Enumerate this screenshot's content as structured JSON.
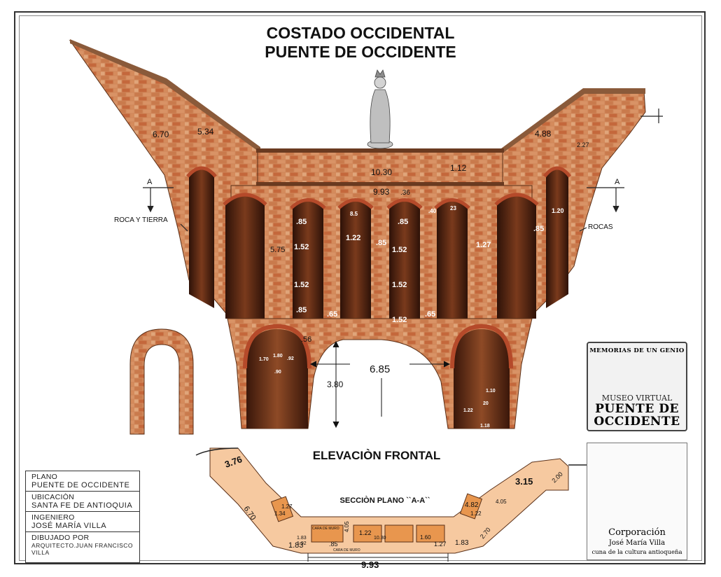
{
  "title": {
    "line1": "COSTADO  OCCIDENTAL",
    "line2": "PUENTE DE OCCIDENTE"
  },
  "elevation_label": "ELEVACIÒN FRONTAL",
  "section_label": "SECCIÒN PLANO ``A-A``",
  "side_labels": {
    "left": "ROCA Y TIERRA",
    "right": "ROCAS",
    "marker_left": "A",
    "marker_right": "A"
  },
  "dimensions_upper": {
    "left_slope_1": "6.70",
    "left_slope_2": "5.34",
    "right_slope": "4.88",
    "right_small": "2.27",
    "deck_width": "10.30",
    "deck_height": "1.12",
    "inner_width": "9.93",
    "inner_small": ".36",
    "pillar_a": ".85",
    "pillar_b": "1.52",
    "pillar_c": "1.22",
    "pillar_d": "1.27",
    "pillar_e": "1.20",
    "wall_height": "5.75",
    "arch_a": "8.5",
    "arch_b": ".40",
    "arch_c": "23",
    "base_left": ".56",
    "base_a": ".65",
    "base_b": "1.52",
    "tunnel_span": "6.85",
    "tunnel_height": "3.80",
    "door_a": "1.70",
    "door_b": "1.80",
    "door_c": ".92",
    "door_d": ".90",
    "door_r1": "1.22",
    "door_r2": "20",
    "door_r3": "1.10",
    "door_r4": "1.18"
  },
  "dimensions_section": {
    "left_top": "3.76",
    "left_slope": "6.70",
    "left_a": "1.83",
    "left_b": "1.34",
    "left_c": "1.27",
    "left_d": "1.92",
    "left_e": "1.83",
    "right_top": "3.15",
    "right_side": "2.00",
    "right_slope": "2.70",
    "right_a": "4.82",
    "right_b": "1.22",
    "right_c": "4.05",
    "right_d": "1.83",
    "right_e": "1.27",
    "center_a": "4.05",
    "center_b": "1.22",
    "center_c": ".85",
    "center_d": "10.30",
    "center_e": "1.60",
    "bottom_width": "9.93",
    "cara_a": "CARA DE MURO",
    "cara_b": "CARA DE MURO"
  },
  "title_block": {
    "plan_label": "PLANO",
    "plan_value": "PUENTE  DE  OCCIDENTE",
    "loc_label": "UBICACIÒN",
    "loc_value": "SANTA FE DE ANTIOQUIA",
    "eng_label": "INGENIERO",
    "eng_value": "JOSÉ MARÍA VILLA",
    "drawn_label": "DIBUJADO POR",
    "drawn_value": "ARQUITECTO.JUAN FRANCISCO VILLA"
  },
  "museum_logo": {
    "top": "MEMORIAS DE UN GENIO",
    "mid": "MUSEO VIRTUAL",
    "bottom1": "PUENTE DE",
    "bottom2": "OCCIDENTE"
  },
  "corporation": {
    "name": "Corporación",
    "person": "José María Villa",
    "tagline": "cuna de la cultura antioqueña"
  },
  "colors": {
    "brick": "#c8784a",
    "mortar": "#e9b48c",
    "dark_arch": "#5a2a14",
    "section_fill": "#f6c9a0",
    "section_box": "#e8964e"
  }
}
